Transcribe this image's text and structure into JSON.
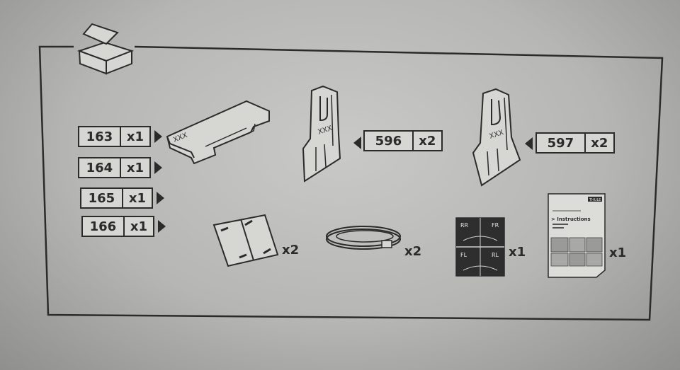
{
  "kit_tags": [
    {
      "number": "163",
      "qty": "x1"
    },
    {
      "number": "164",
      "qty": "x1"
    },
    {
      "number": "165",
      "qty": "x1"
    },
    {
      "number": "166",
      "qty": "x1"
    }
  ],
  "bracket_596": {
    "number": "596",
    "qty": "x2",
    "marking": "XXX"
  },
  "bracket_597": {
    "number": "597",
    "qty": "x2",
    "marking": "XXX"
  },
  "plate_marking": "XXX",
  "pads_qty": "x2",
  "rings_qty": "x2",
  "stickers": {
    "qty": "x1",
    "labels": [
      "RR",
      "FR",
      "FL",
      "RL"
    ]
  },
  "manual": {
    "qty": "x1",
    "heading": "> Instructions",
    "brand": "THULE"
  }
}
